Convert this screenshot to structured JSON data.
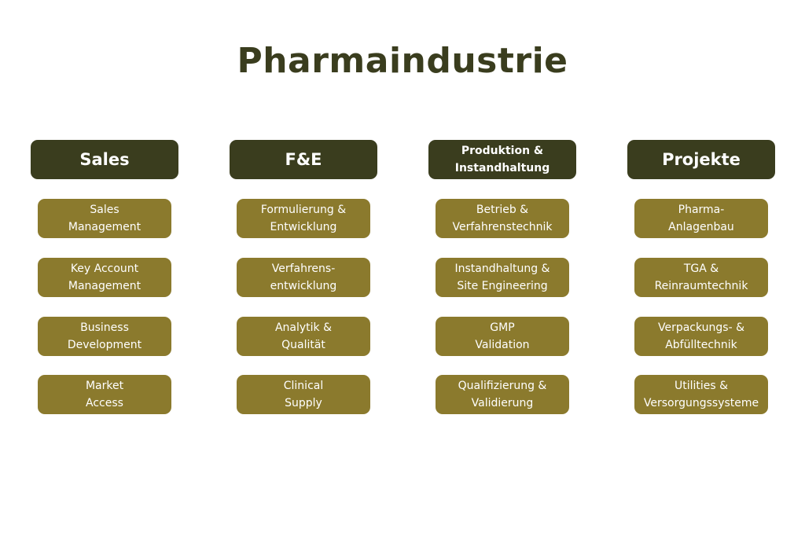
{
  "title": "Pharmaindustrie",
  "columns": [
    {
      "header": "Sales",
      "items": [
        "Sales\nManagement",
        "Key Account\nManagement",
        "Business\nDevelopment",
        "Market\nAccess"
      ]
    },
    {
      "header": "F&E",
      "items": [
        "Formulierung &\nEntwicklung",
        "Verfahrens-\nentwicklung",
        "Analytik &\nQualität",
        "Clinical\nSupply"
      ]
    },
    {
      "header": "Produktion &\nInstandhaltung",
      "items": [
        "Betrieb &\nVerfahrenstechnik",
        "Instandhaltung &\nSite Engineering",
        "GMP\nValidation",
        "Qualifizierung &\nValidierung"
      ]
    },
    {
      "header": "Projekte",
      "items": [
        "Pharma-\nAnlagenbau",
        "TGA &\nReinraumtechnik",
        "Verpackungs- &\nAbfülltechnik",
        "Utilities &\nVersorgungssysteme"
      ]
    }
  ],
  "colors": {
    "header": "#3a3d1e",
    "item": "#8b7a2d"
  }
}
